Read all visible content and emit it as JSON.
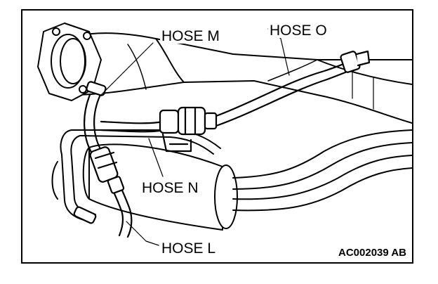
{
  "figure": {
    "labels": {
      "hose_m": "HOSE M",
      "hose_o": "HOSE O",
      "hose_n": "HOSE N",
      "hose_l": "HOSE L"
    },
    "figure_code": "AC002039 AB"
  },
  "colors": {
    "line": "#000000",
    "background": "#ffffff",
    "shade": "#d9d9d9"
  }
}
